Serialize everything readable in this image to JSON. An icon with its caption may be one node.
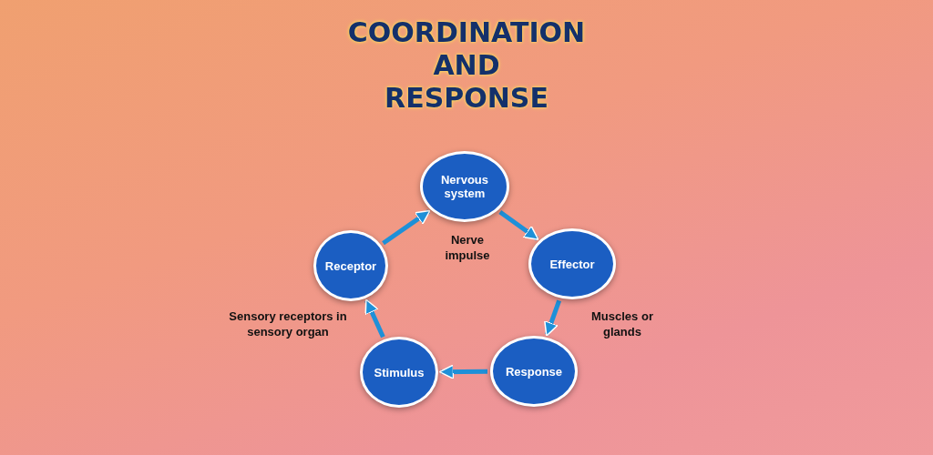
{
  "diagram": {
    "title": "COORDINATION AND RESPONSE",
    "nodes": [
      {
        "text": [
          "Nervous system"
        ]
      },
      {
        "text": [
          "Effector"
        ]
      },
      {
        "text": [
          "Response"
        ]
      },
      {
        "text": [
          "Stimulus"
        ]
      },
      {
        "text": [
          "Receptor"
        ]
      }
    ],
    "edges": [
      {
        "from": 0,
        "to": 1,
        "arrow": "to"
      },
      {
        "from": 1,
        "to": 2,
        "arrow": "to"
      },
      {
        "from": 2,
        "to": 3,
        "arrow": "to"
      },
      {
        "from": 3,
        "to": 4,
        "arrow": "to"
      },
      {
        "from": 4,
        "to": 0,
        "arrow": "to"
      }
    ],
    "labels": [
      "Nerve impulse",
      "Sensory receptors in sensory organ",
      "Muscles or glands"
    ]
  }
}
